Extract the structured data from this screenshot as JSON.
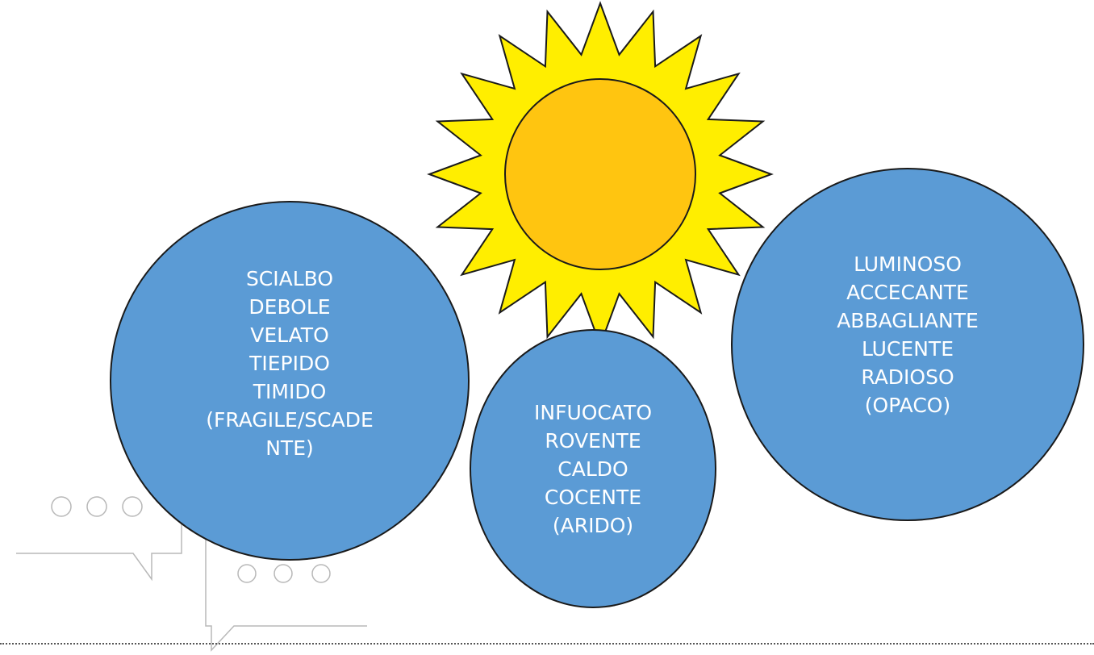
{
  "colors": {
    "sun_rays": "#ffee00",
    "sun_core": "#ffc510",
    "bubble_fill": "#5b9bd5",
    "outline": "#1a1a1a",
    "bubble_text": "#ffffff"
  },
  "icons": [
    "sun-icon",
    "chat-bubble-icon"
  ],
  "bubbles": {
    "left": {
      "lines": [
        "SCIALBO",
        "DEBOLE",
        "VELATO",
        "TIEPIDO",
        "TIMIDO",
        "(FRAGILE/SCADE",
        "NTE)"
      ]
    },
    "middle": {
      "lines": [
        "INFUOCATO",
        "ROVENTE",
        "CALDO",
        "COCENTE",
        "(ARIDO)"
      ]
    },
    "right": {
      "lines": [
        "LUMINOSO",
        "ACCECANTE",
        "ABBAGLIANTE",
        "LUCENTE",
        "RADIOSO",
        "(OPACO)"
      ]
    }
  }
}
